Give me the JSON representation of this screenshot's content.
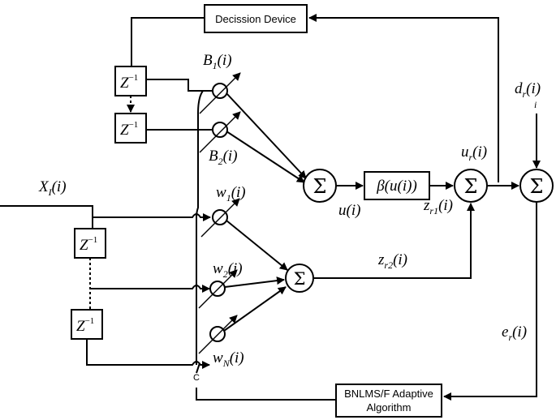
{
  "blocks": {
    "decision_device": "Decission Device",
    "adaptive_algorithm_line1": "BNLMS/F Adaptive",
    "adaptive_algorithm_line2": "Algorithm",
    "delay": "Z",
    "delay_exp": "−1",
    "nonlinearity": "β(u(i))",
    "summation": "Σ"
  },
  "signals": {
    "input": {
      "base": "X",
      "sub": "I",
      "arg": "(i)"
    },
    "b1": {
      "base": "B",
      "sub": "1",
      "arg": "(i)"
    },
    "b2": {
      "base": "B",
      "sub": "2",
      "arg": "(i)"
    },
    "w1": {
      "base": "w",
      "sub": "1",
      "arg": "(i)"
    },
    "w2": {
      "base": "w",
      "sub": "2",
      "arg": "(i)"
    },
    "wn": {
      "base": "w",
      "sub": "N",
      "arg": "(i)"
    },
    "u": "u(i)",
    "zr1": {
      "base": "z",
      "sub": "r1",
      "arg": "(i)"
    },
    "zr2": {
      "base": "z",
      "sub": "r2",
      "arg": "(i)"
    },
    "ur": {
      "base": "u",
      "sub": "r",
      "arg": "(i)"
    },
    "dr": {
      "base": "d",
      "sub": "r",
      "arg": "(i)"
    },
    "dr_tick": "i",
    "er": {
      "base": "e",
      "sub": "r",
      "arg": "(i)"
    },
    "c": "C"
  }
}
